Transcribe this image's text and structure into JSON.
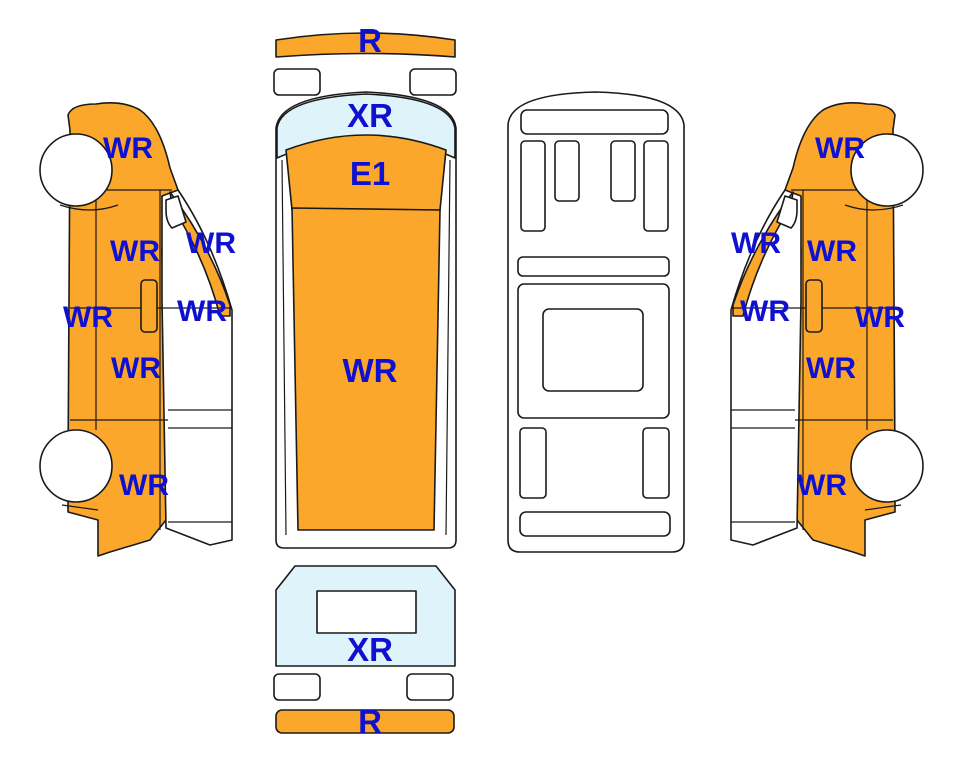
{
  "colors": {
    "damage_fill": "#FBA72B",
    "glass_fill": "#DEF4FA",
    "label_color": "#1010D0",
    "outline": "#1a1a1a",
    "background": "#FFFFFF"
  },
  "views": {
    "top": {
      "front_bumper": "R",
      "windshield": "XR",
      "hood": "E1",
      "roof": "WR"
    },
    "rear": {
      "rear_window": "XR",
      "rear_bumper": "R"
    },
    "left_side": {
      "front_fender": "WR",
      "front_door_upper": "WR",
      "front_pillar": "WR",
      "front_door_lower": "WR",
      "rear_area_upper": "WR",
      "rear_fender": "WR",
      "rear_quarter": "WR"
    },
    "right_side": {
      "front_fender": "WR",
      "front_door_upper": "WR",
      "front_pillar": "WR",
      "front_door_lower": "WR",
      "rear_area_upper": "WR",
      "rear_fender": "WR",
      "rear_quarter": "WR"
    }
  }
}
